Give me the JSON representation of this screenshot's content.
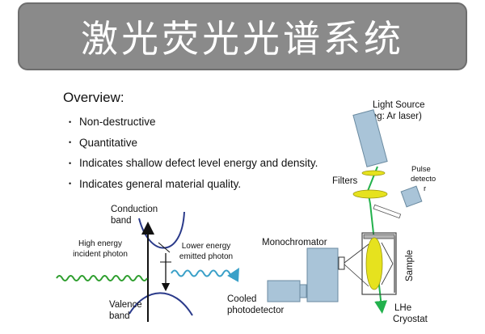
{
  "title": "激光荧光光谱系统",
  "overview": {
    "heading": "Overview:",
    "bullets": [
      "Non-destructive",
      "Quantitative",
      "Indicates shallow defect level energy and density.",
      "Indicates general material quality."
    ]
  },
  "band_diagram": {
    "conduction_band": [
      "Conduction",
      "band"
    ],
    "valence_band": [
      "Valence",
      "band"
    ],
    "incident_photon": [
      "High energy",
      "incident photon"
    ],
    "emitted_photon": [
      "Lower energy",
      "emitted photon"
    ]
  },
  "setup": {
    "light_source": [
      "Light Source",
      "(eg: Ar laser)"
    ],
    "filters": "Filters",
    "pulse_detector": [
      "Pulse",
      "detecto",
      "r"
    ],
    "monochromator": "Monochromator",
    "sample": "Sample",
    "cooled_photodetector": [
      "Cooled",
      "photodetector"
    ],
    "cryostat": [
      "LHe",
      "Cryostat"
    ]
  },
  "colors": {
    "title_bg": "#8a8a8a",
    "incident_wave": "#2e9e2e",
    "emitted_wave": "#3aa0c8",
    "laser_beam": "#22b14c",
    "filter_lens": "#e6e21e",
    "band_curve": "#2a3a8a",
    "equipment": "#a9c4d8"
  }
}
